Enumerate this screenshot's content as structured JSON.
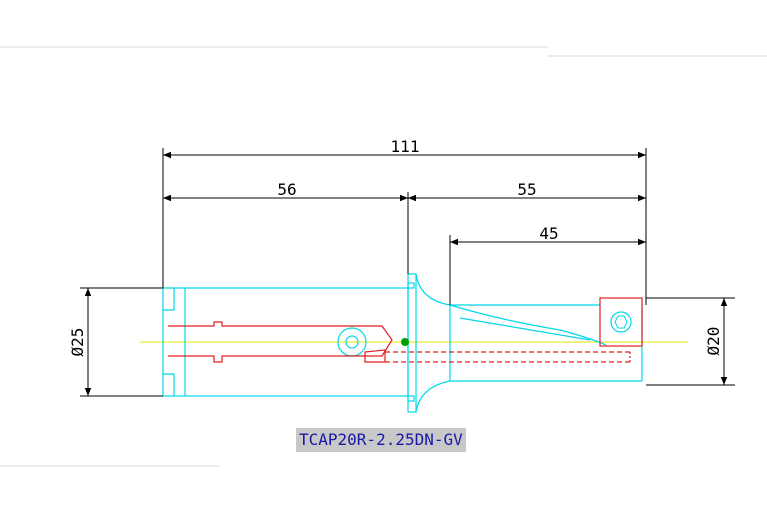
{
  "dimensions": {
    "overall_length": "111",
    "shank_length": "56",
    "head_length": "55",
    "drill_length": "45",
    "shank_diameter": "Ø25",
    "drill_diameter": "Ø20"
  },
  "caption": "TCAP20R-2.25DN-GV",
  "colors": {
    "shank_outline": "#00d8e8",
    "hidden_detail": "#e02020",
    "centerline": "#e6e600",
    "dimension": "#000000",
    "caption_text": "#1a1aa8",
    "caption_bg": "#c8c8c8"
  }
}
